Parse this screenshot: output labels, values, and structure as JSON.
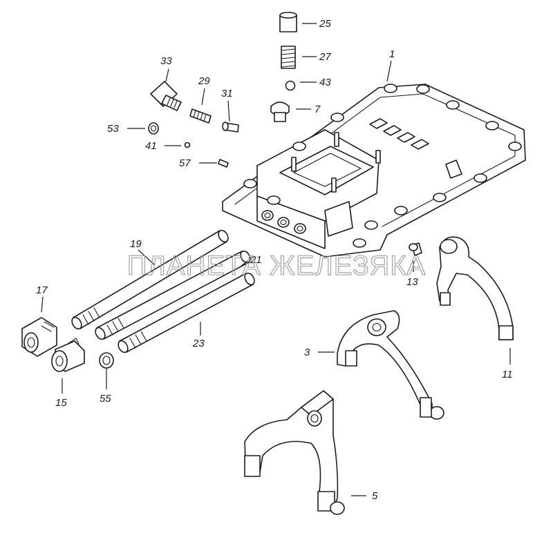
{
  "watermark": "ПЛАНЕТА ЖЕЛЕЗЯКА",
  "colors": {
    "line": "#1a1a1a",
    "paper": "#ffffff",
    "watermark": "#9a9a9a"
  },
  "parts": {
    "p1": "1",
    "p3": "3",
    "p5": "5",
    "p7": "7",
    "p11": "11",
    "p13": "13",
    "p15": "15",
    "p17": "17",
    "p19": "19",
    "p21": "21",
    "p23": "23",
    "p25": "25",
    "p27": "27",
    "p29": "29",
    "p31": "31",
    "p33": "33",
    "p41": "41",
    "p43": "43",
    "p53": "53",
    "p55": "55",
    "p57": "57"
  }
}
